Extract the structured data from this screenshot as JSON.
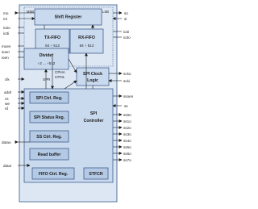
{
  "left_signals": {
    "mo": "mo",
    "mi": "mi",
    "io2o": "io2o",
    "io3i": "io3i",
    "moen": "moen",
    "soen": "soen",
    "ioen": "ioen",
    "clk": "clk",
    "addr": "addr",
    "cs": "cs",
    "we": "we",
    "rd": "rd",
    "datai": "datai",
    "datao": "datao"
  },
  "right_signals": {
    "so": "so",
    "si": "si",
    "io2i": "io2i",
    "io3o": "io3o",
    "scko": "scko",
    "scki": "scki",
    "ssoen": "ssoen",
    "ss": "ss",
    "ss0o": "ss0o",
    "ss1o": "ss1o",
    "ss2o": "ss2o",
    "ss3o": "ss3o",
    "ss4o": "ss4o",
    "ss5o": "ss5o",
    "ss6o": "ss6o",
    "ss7o": "ss7o"
  },
  "blocks": {
    "shift_register": {
      "title": "Shift Register",
      "msb": "MSB",
      "lsb": "LSB"
    },
    "tx_fifo": {
      "title": "TX-FIFO",
      "size": "64 ÷ 512"
    },
    "rx_fifo": {
      "title": "RX-FIFO",
      "size": "64 ÷ 512"
    },
    "divider": {
      "title": "Divider",
      "value": "÷2 ... ÷512"
    },
    "spi_clock_logic": {
      "line1": "SPI Clock",
      "line2": "Logic"
    },
    "spr": "SPR",
    "cpha": "CPHA",
    "cpol": "CPOL",
    "spi_ctrl_reg": "SPI Ctrl. Reg.",
    "spi_status_reg": "SPI Status Reg.",
    "ss_ctrl_reg": "SS Ctrl. Reg.",
    "read_buffer": "Read buffer",
    "fifo_ctrl_reg": "FIFO Ctrl. Reg.",
    "stfcr": "STFCR",
    "spi_controller": {
      "line1": "SPI",
      "line2": "Controller"
    }
  },
  "colors": {
    "block_fill": "#c9d9ee",
    "outer_fill": "#dde7f4",
    "line": "#1a1a1a",
    "border": "#2f4f7f"
  }
}
